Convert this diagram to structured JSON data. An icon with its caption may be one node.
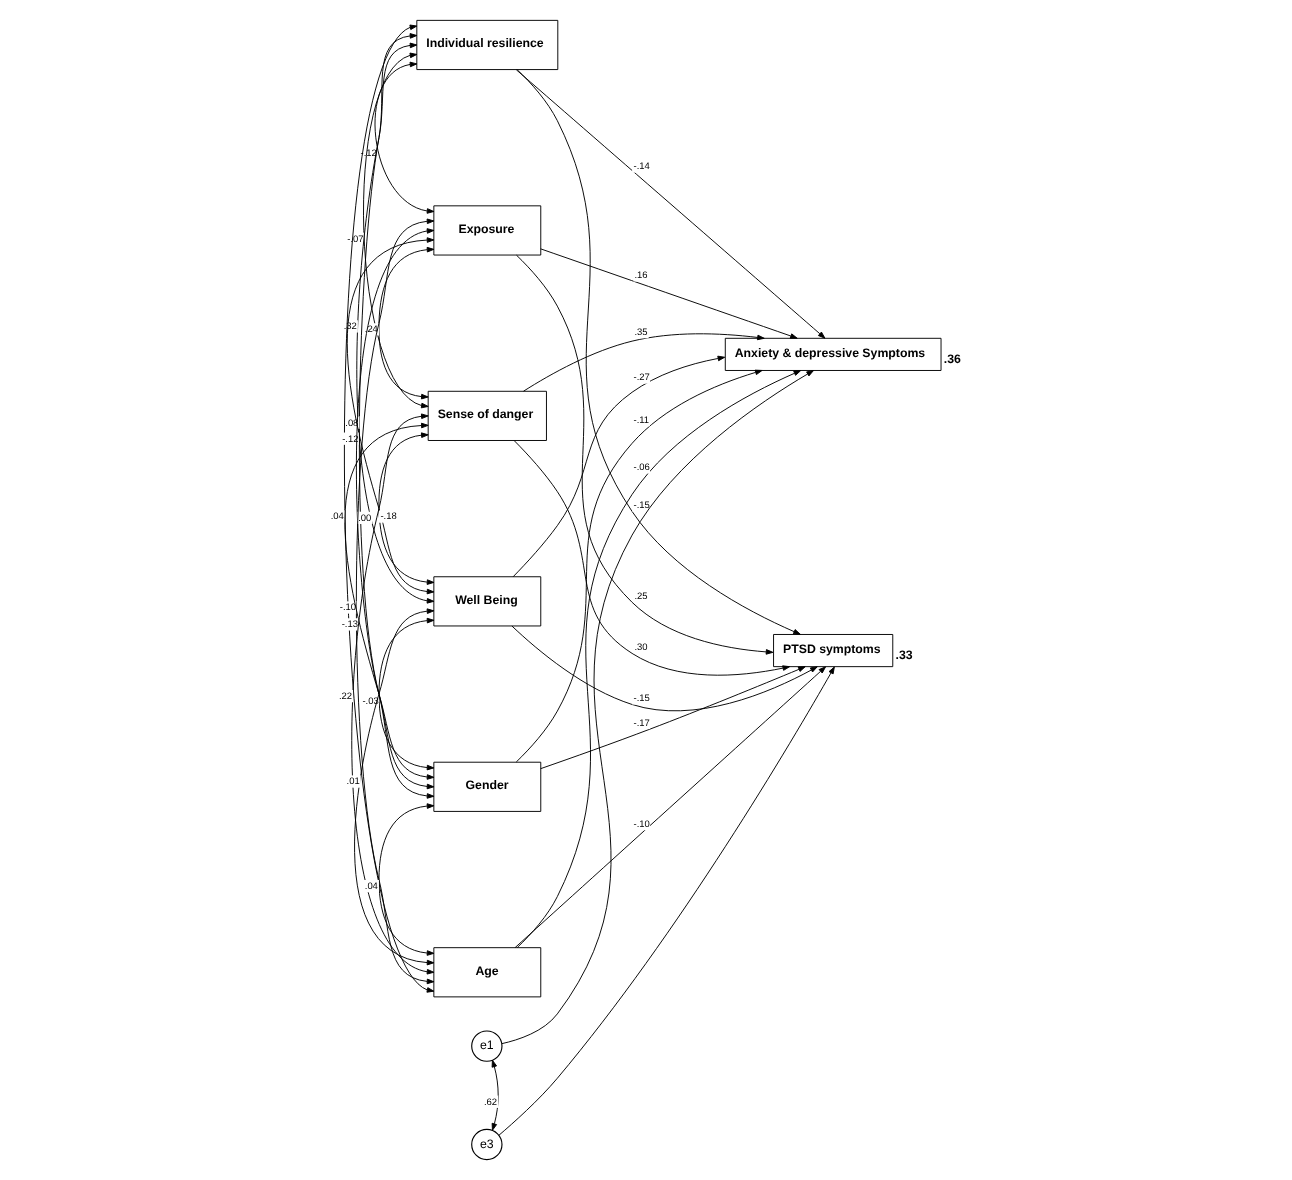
{
  "diagram": {
    "nodes": [
      {
        "text": [
          "Individual resilience"
        ]
      },
      {
        "text": [
          "Exposure"
        ]
      },
      {
        "text": [
          "Sense of danger"
        ]
      },
      {
        "text": [
          "Well Being"
        ]
      },
      {
        "text": [
          "Gender"
        ]
      },
      {
        "text": [
          "Age"
        ]
      },
      {
        "text": [
          "Anxiety & depressive Symptoms"
        ],
        "beside": [
          ".36"
        ]
      },
      {
        "text": [
          "PTSD symptoms"
        ],
        "beside": [
          ".33"
        ]
      },
      {
        "text": [
          "e1"
        ]
      },
      {
        "text": [
          "e3"
        ]
      }
    ],
    "edges": [
      {
        "from": 0,
        "to": 6,
        "arrow": "to",
        "label": "-.14"
      },
      {
        "from": 0,
        "to": 7,
        "arrow": "to",
        "label": "-.15"
      },
      {
        "from": 1,
        "to": 6,
        "arrow": "to",
        "label": ".16"
      },
      {
        "from": 1,
        "to": 7,
        "arrow": "to",
        "label": ".25"
      },
      {
        "from": 2,
        "to": 6,
        "arrow": "to",
        "label": ".35"
      },
      {
        "from": 2,
        "to": 7,
        "arrow": "to",
        "label": ".30"
      },
      {
        "from": 3,
        "to": 6,
        "arrow": "to",
        "label": "-.27"
      },
      {
        "from": 3,
        "to": 7,
        "arrow": "to",
        "label": "-.15"
      },
      {
        "from": 4,
        "to": 6,
        "arrow": "to",
        "label": "-.11"
      },
      {
        "from": 4,
        "to": 7,
        "arrow": "to",
        "label": "-.17"
      },
      {
        "from": 5,
        "to": 6,
        "arrow": "to",
        "label": "-.06"
      },
      {
        "from": 5,
        "to": 7,
        "arrow": "to",
        "label": "-.10"
      },
      {
        "from": 8,
        "to": 6,
        "arrow": "to"
      },
      {
        "from": 9,
        "to": 7,
        "arrow": "to"
      },
      {
        "from": 8,
        "to": 9,
        "arrow": "both",
        "label": ".62"
      },
      {
        "from": 0,
        "to": 1,
        "arrow": "both",
        "label": "-.12"
      },
      {
        "from": 0,
        "to": 2,
        "arrow": "both",
        "label": "-.07"
      },
      {
        "from": 0,
        "to": 3,
        "arrow": "both",
        "label": ".32"
      },
      {
        "from": 0,
        "to": 4,
        "arrow": "both",
        "label": ".08"
      },
      {
        "from": 0,
        "to": 5,
        "arrow": "both",
        "label": ".04"
      },
      {
        "from": 1,
        "to": 2,
        "arrow": "both",
        "label": ".24"
      },
      {
        "from": 1,
        "to": 3,
        "arrow": "both",
        "label": "-.12"
      },
      {
        "from": 1,
        "to": 4,
        "arrow": "both",
        "label": ".00"
      },
      {
        "from": 1,
        "to": 5,
        "arrow": "both",
        "label": "-.10"
      },
      {
        "from": 2,
        "to": 3,
        "arrow": "both",
        "label": "-.18"
      },
      {
        "from": 2,
        "to": 4,
        "arrow": "both",
        "label": "-.13"
      },
      {
        "from": 2,
        "to": 5,
        "arrow": "both",
        "label": ".22"
      },
      {
        "from": 3,
        "to": 4,
        "arrow": "both",
        "label": "-.03"
      },
      {
        "from": 3,
        "to": 5,
        "arrow": "both",
        "label": ".01"
      },
      {
        "from": 4,
        "to": 5,
        "arrow": "both",
        "label": ".04"
      }
    ]
  }
}
